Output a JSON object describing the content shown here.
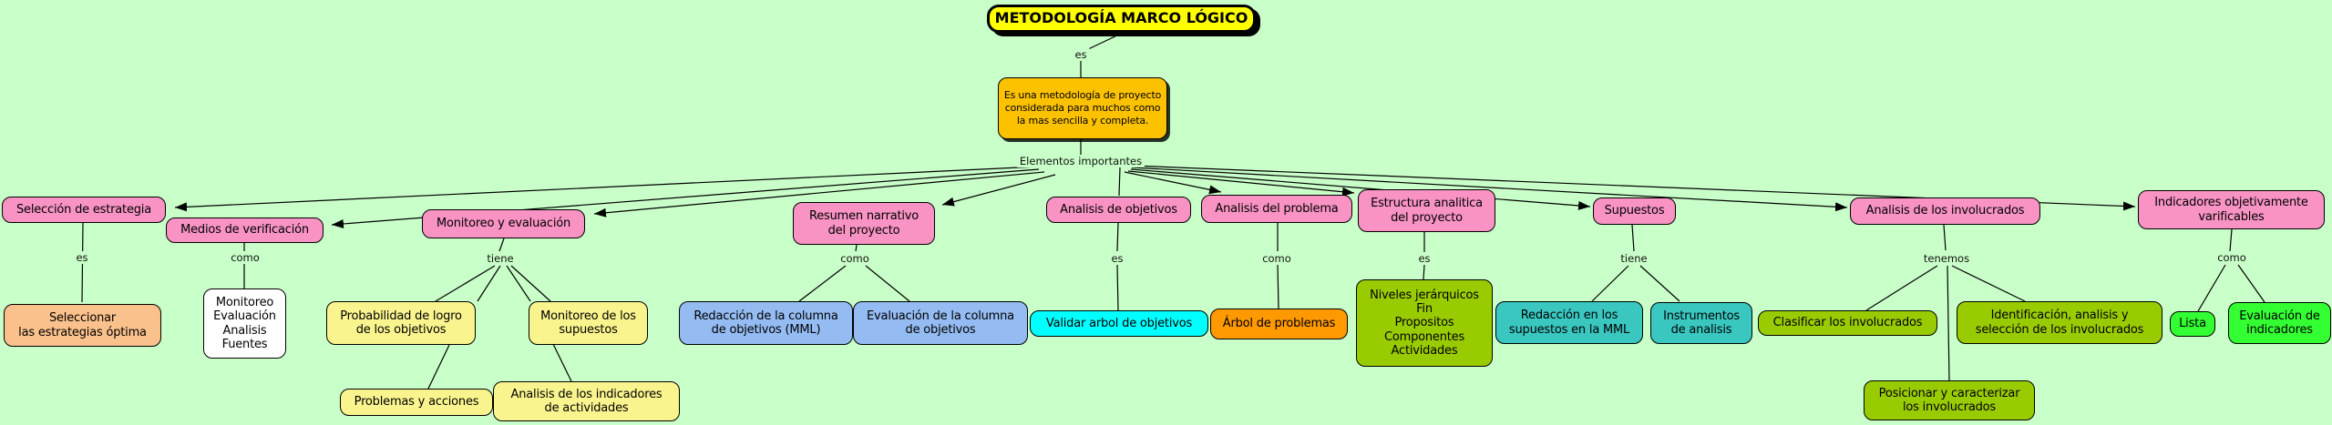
{
  "colors": {
    "background": "#c9ffc9",
    "title_fill": "#ffff00",
    "definition_fill": "#fcc200",
    "topic_pink": "#f893c4",
    "peach": "#fbc18c",
    "white": "#ffffff",
    "yellow": "#faf48e",
    "blue": "#94bbf2",
    "cyan": "#00ffff",
    "orange": "#ff9900",
    "olive_green": "#99cc00",
    "teal": "#39c7c0",
    "bright_green": "#33ff33",
    "line": "#000000"
  },
  "root": {
    "title": "METODOLOGÍA MARCO LÓGICO",
    "link_es": "es",
    "definition": "Es una metodología de proyecto\nconsiderada para muchos como\nla mas sencilla y completa.",
    "link_elements": "Elementos importantes"
  },
  "links": {
    "seleccion": "es",
    "medios": "como",
    "monitoreo": "tiene",
    "resumen": "como",
    "objetivos": "es",
    "problema": "como",
    "estructura": "es",
    "supuestos": "tiene",
    "involucrados": "tenemos",
    "indicadores": "como"
  },
  "nodes": {
    "seleccion_estrategia": {
      "label": "Selección de estrategia"
    },
    "seleccionar_optima": {
      "label": "Seleccionar\nlas estrategias óptima"
    },
    "medios_verificacion": {
      "label": "Medios de verificación"
    },
    "monitoreo_fuentes": {
      "label": "Monitoreo\nEvaluación\nAnalisis\nFuentes"
    },
    "monitoreo_evaluacion": {
      "label": "Monitoreo y evaluación"
    },
    "probabilidad_logro": {
      "label": "Probabilidad de logro\nde los objetivos"
    },
    "monitoreo_supuestos": {
      "label": "Monitoreo de los\nsupuestos"
    },
    "problemas_acciones": {
      "label": "Problemas y acciones"
    },
    "analisis_indicadores_actividades": {
      "label": "Analisis de los indicadores\nde actividades"
    },
    "resumen_narrativo": {
      "label": "Resumen narrativo\ndel proyecto"
    },
    "redaccion_columna_objetivos": {
      "label": "Redacción de la columna\nde objetivos (MML)"
    },
    "evaluacion_columna_objetivos": {
      "label": "Evaluación de la columna\nde objetivos"
    },
    "analisis_objetivos": {
      "label": "Analisis de objetivos"
    },
    "validar_arbol_objetivos": {
      "label": "Validar arbol de objetivos"
    },
    "analisis_problema": {
      "label": "Analisis del problema"
    },
    "arbol_problemas": {
      "label": "Árbol de problemas"
    },
    "estructura_analitica": {
      "label": "Estructura analitica\ndel proyecto"
    },
    "niveles_jerarquicos": {
      "label": "Niveles jerárquicos\nFin\nPropositos\nComponentes\nActividades"
    },
    "supuestos": {
      "label": "Supuestos"
    },
    "redaccion_supuestos_mml": {
      "label": "Redacción en los\nsupuestos en la MML"
    },
    "instrumentos_analisis": {
      "label": "Instrumentos\nde analisis"
    },
    "analisis_involucrados": {
      "label": "Analisis de los involucrados"
    },
    "clasificar_involucrados": {
      "label": "Clasificar los involucrados"
    },
    "identificacion_seleccion_involucrados": {
      "label": "Identificación, analisis y\nselección de los involucrados"
    },
    "posicionar_caracterizar": {
      "label": "Posicionar y caracterizar\nlos involucrados"
    },
    "indicadores_verificables": {
      "label": "Indicadores objetivamente\nvarificables"
    },
    "lista": {
      "label": "Lista"
    },
    "evaluacion_indicadores": {
      "label": "Evaluación de\nindicadores"
    }
  }
}
